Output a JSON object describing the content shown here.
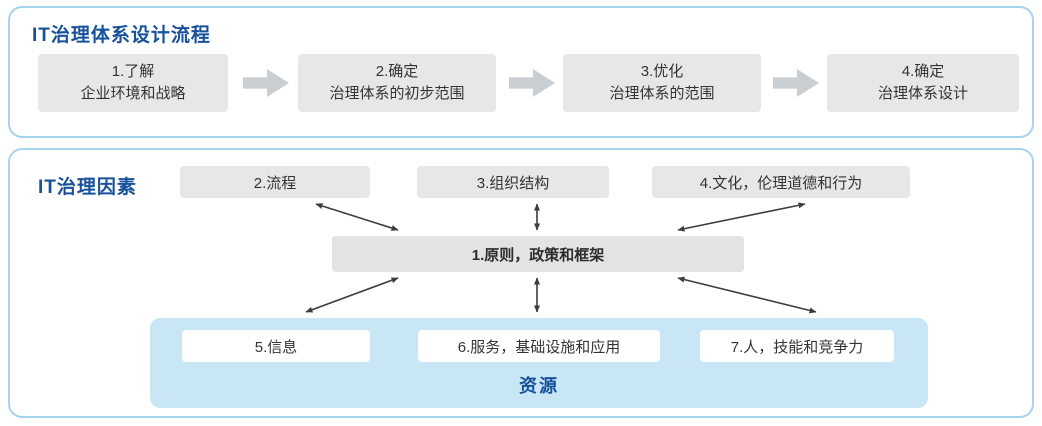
{
  "top_panel": {
    "title": "IT治理体系设计流程",
    "steps": [
      {
        "line1": "1.了解",
        "line2": "企业环境和战略"
      },
      {
        "line1": "2.确定",
        "line2": "治理体系的初步范围"
      },
      {
        "line1": "3.优化",
        "line2": "治理体系的范围"
      },
      {
        "line1": "4.确定",
        "line2": "治理体系设计"
      }
    ]
  },
  "bottom_panel": {
    "title": "IT治理因素",
    "top_factors": [
      "2.流程",
      "3.组织结构",
      "4.文化，伦理道德和行为"
    ],
    "center_box": "1.原则，政策和框架",
    "resource_boxes": [
      "5.信息",
      "6.服务，基础设施和应用",
      "7.人，技能和竞争力"
    ],
    "resource_label": "资源"
  },
  "colors": {
    "panel_border": "#a5d4ef",
    "title_blue": "#17519c",
    "gray_box": "#e7e7e7",
    "block_arrow_gray": "#c9ced2",
    "resource_container_blue": "#c8e6f6",
    "arrow_line": "#3c3c3c"
  }
}
